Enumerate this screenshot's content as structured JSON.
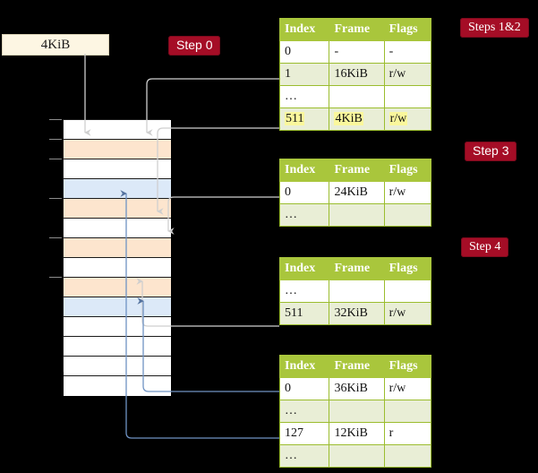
{
  "diagram": {
    "title_hidden": "",
    "page_box": {
      "label": "4KiB"
    },
    "badges": {
      "step0": "Step 0",
      "steps12": "Steps 1&2",
      "step3": "Step 3",
      "step4": "Step 4"
    },
    "colors": {
      "badge_bg": "#a50d26",
      "badge_text": "#ffffff",
      "table_header_bg": "#a9c63c",
      "table_alt_row_bg": "#e9eed6",
      "highlight_bg": "#faf79c",
      "page_box_bg": "#fdf6e3",
      "mem_orange": "#fde5ce",
      "mem_blue": "#dce9f8",
      "wire_gray": "#b8b8b8",
      "wire_blue": "#6f93c4",
      "background": "#000000"
    },
    "tables": [
      {
        "name": "pml4-table",
        "headers": [
          "Index",
          "Frame",
          "Flags"
        ],
        "rows": [
          {
            "cells": [
              "0",
              "-",
              "-"
            ],
            "alt": false,
            "highlight": false
          },
          {
            "cells": [
              "1",
              "16KiB",
              "r/w"
            ],
            "alt": true,
            "highlight": false
          },
          {
            "cells": [
              "…",
              "",
              ""
            ],
            "alt": false,
            "highlight": false
          },
          {
            "cells": [
              "511",
              "4KiB",
              "r/w"
            ],
            "alt": true,
            "highlight": true
          }
        ]
      },
      {
        "name": "pdpt-table",
        "headers": [
          "Index",
          "Frame",
          "Flags"
        ],
        "rows": [
          {
            "cells": [
              "0",
              "24KiB",
              "r/w"
            ],
            "alt": false,
            "highlight": false
          },
          {
            "cells": [
              "…",
              "",
              ""
            ],
            "alt": true,
            "highlight": false
          }
        ]
      },
      {
        "name": "pd-table",
        "headers": [
          "Index",
          "Frame",
          "Flags"
        ],
        "rows": [
          {
            "cells": [
              "…",
              "",
              ""
            ],
            "alt": false,
            "highlight": false
          },
          {
            "cells": [
              "511",
              "32KiB",
              "r/w"
            ],
            "alt": true,
            "highlight": false
          }
        ]
      },
      {
        "name": "pt-table",
        "headers": [
          "Index",
          "Frame",
          "Flags"
        ],
        "rows": [
          {
            "cells": [
              "0",
              "36KiB",
              "r/w"
            ],
            "alt": false,
            "highlight": false
          },
          {
            "cells": [
              "…",
              "",
              ""
            ],
            "alt": true,
            "highlight": false
          },
          {
            "cells": [
              "127",
              "12KiB",
              "r"
            ],
            "alt": false,
            "highlight": false
          },
          {
            "cells": [
              "…",
              "",
              ""
            ],
            "alt": true,
            "highlight": false
          }
        ]
      }
    ],
    "memory_rows": [
      {
        "fill": "white",
        "tick": true
      },
      {
        "fill": "orange",
        "tick": true
      },
      {
        "fill": "white",
        "tick": true
      },
      {
        "fill": "blue",
        "tick": false
      },
      {
        "fill": "orange",
        "tick": true
      },
      {
        "fill": "white",
        "tick": false
      },
      {
        "fill": "orange",
        "tick": true
      },
      {
        "fill": "white",
        "tick": false
      },
      {
        "fill": "orange",
        "tick": true
      },
      {
        "fill": "blue",
        "tick": false
      },
      {
        "fill": "white",
        "tick": false
      },
      {
        "fill": "white",
        "tick": false
      },
      {
        "fill": "white",
        "tick": false
      },
      {
        "fill": "white",
        "tick": false
      }
    ]
  }
}
